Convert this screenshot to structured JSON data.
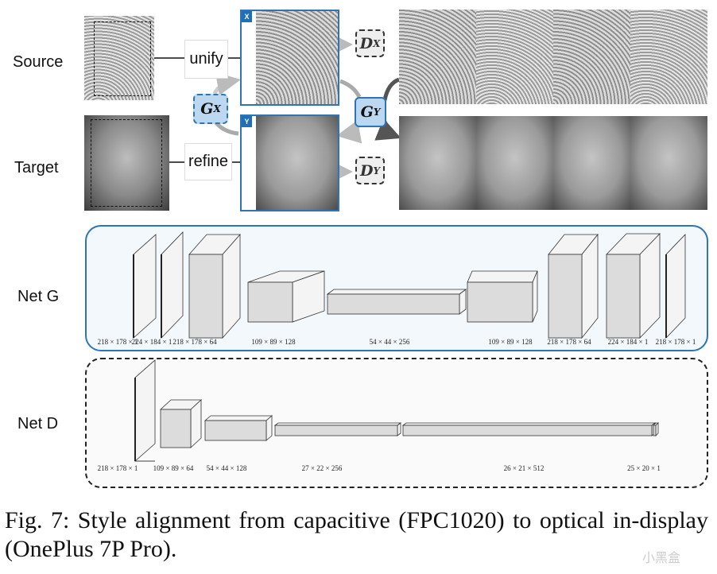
{
  "rows": {
    "source_label": "Source",
    "target_label": "Target"
  },
  "ops": {
    "unify": "unify",
    "refine": "refine"
  },
  "domains": {
    "x_badge": "X",
    "y_badge": "Y"
  },
  "generators": {
    "gx": "G",
    "gx_sub": "X",
    "gy": "G",
    "gy_sub": "Y"
  },
  "discriminators": {
    "dx": "D",
    "dx_sub": "X",
    "dy": "D",
    "dy_sub": "Y"
  },
  "net_g": {
    "label": "Net G",
    "layers": [
      "218 × 178 × 1",
      "224 × 184 × 1",
      "218 × 178 × 64",
      "109 × 89 × 128",
      "54 × 44 × 256",
      "109 × 89 × 128",
      "218 × 178 × 64",
      "224 × 184 × 1",
      "218 × 178 × 1"
    ]
  },
  "net_d": {
    "label": "Net D",
    "layers": [
      "218 × 178 × 1",
      "109 × 89 × 64",
      "54 × 44 × 128",
      "27 × 22 × 256",
      "26 × 21 × 512",
      "25 × 20 × 1"
    ]
  },
  "caption": "Fig. 7: Style alignment from capacitive (FPC1020) to optical in-display (OnePlus 7P Pro).",
  "watermark": "小黑盒",
  "colors": {
    "accent": "#2e75b6",
    "gen_fill": "#bcd8f0",
    "netg_bg": "#f3f8fc"
  }
}
